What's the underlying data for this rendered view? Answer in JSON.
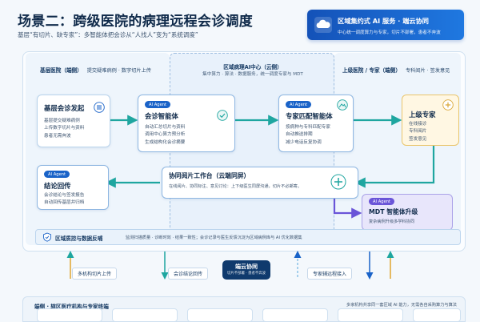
{
  "header": {
    "title": "场景二：跨级医院的病理远程会诊调度",
    "subtitle": "基层“有切片、缺专家”：多智能体把会诊从“人找人”变为“系统调度”"
  },
  "hero": {
    "title": "区域集约式 AI 服务 · 端云协同",
    "sub": "中心统一调度算力与专家，切片不部署，患者不奔波"
  },
  "columns": {
    "left": {
      "title": "基层医院（端侧）",
      "desc": "提交疑难病例 · 数字切片上传"
    },
    "middle": {
      "title": "区域病理AI中心（云侧）",
      "desc": "集中算力 · 算法 · 数据服务，统一调度专家与 MDT"
    },
    "right": {
      "title": "上级医院 / 专家（端侧）",
      "desc": "专科阅片 · 签发意见"
    }
  },
  "nodes": {
    "initiate": {
      "title": "基层会诊发起",
      "lines": [
        "基层提交疑难病例",
        "上传数字切片与资料",
        "患者无需奔波"
      ]
    },
    "agent1": {
      "badge": "AI Agent",
      "title": "会诊智能体",
      "lines": [
        "自动汇总切片与资料",
        "调用中心算力预分析",
        "生成结构化会诊摘要"
      ]
    },
    "agent2": {
      "badge": "AI Agent",
      "title": "专家匹配智能体",
      "lines": [
        "按病种与专科匹配专家",
        "自动推送排期",
        "减少电话反复协调"
      ]
    },
    "expert": {
      "title": "上级专家",
      "lines": [
        "在线接诊",
        "专科阅片",
        "签发意见"
      ]
    },
    "feedback": {
      "badge": "AI Agent",
      "title": "结论回传",
      "lines": [
        "会诊结论与签发报告",
        "自动回传基层并归档"
      ]
    },
    "workbench": {
      "title": "协同阅片工作台（云端同屏）",
      "desc": "在线阅片、协同标注、意见讨论：上下级医生同屏沟通，切片不必邮寄。"
    },
    "mdt": {
      "badge": "AI Agent",
      "title": "MDT 智能体升级",
      "desc": "复杂病例升级多学科协同"
    }
  },
  "qc": {
    "title": "区域质控与数据反哺",
    "desc": "监测扫描质量 · 诊断时效 · 结果一致性；会诊记录与医生反馈沉淀为区域病例库与 AI 优化数据集"
  },
  "flows": {
    "upload": "多机构切片上传",
    "return": "会诊结论回传",
    "remote": "专家辅远程接入"
  },
  "core": {
    "title": "端云协同",
    "sub": "切片不部署 · 患者不奔波"
  },
  "bottom": {
    "title": "端侧 · 辖区医疗机构与专家终端",
    "right": "多家机构共享同一套区域 AI 能力，无需各自采购算力与算法"
  },
  "colors": {
    "primary": "#1a63c8",
    "navy": "#0f3a6d",
    "gold": "#e9c56b",
    "purple": "#6a55d8",
    "teal": "#1fa6a0"
  }
}
